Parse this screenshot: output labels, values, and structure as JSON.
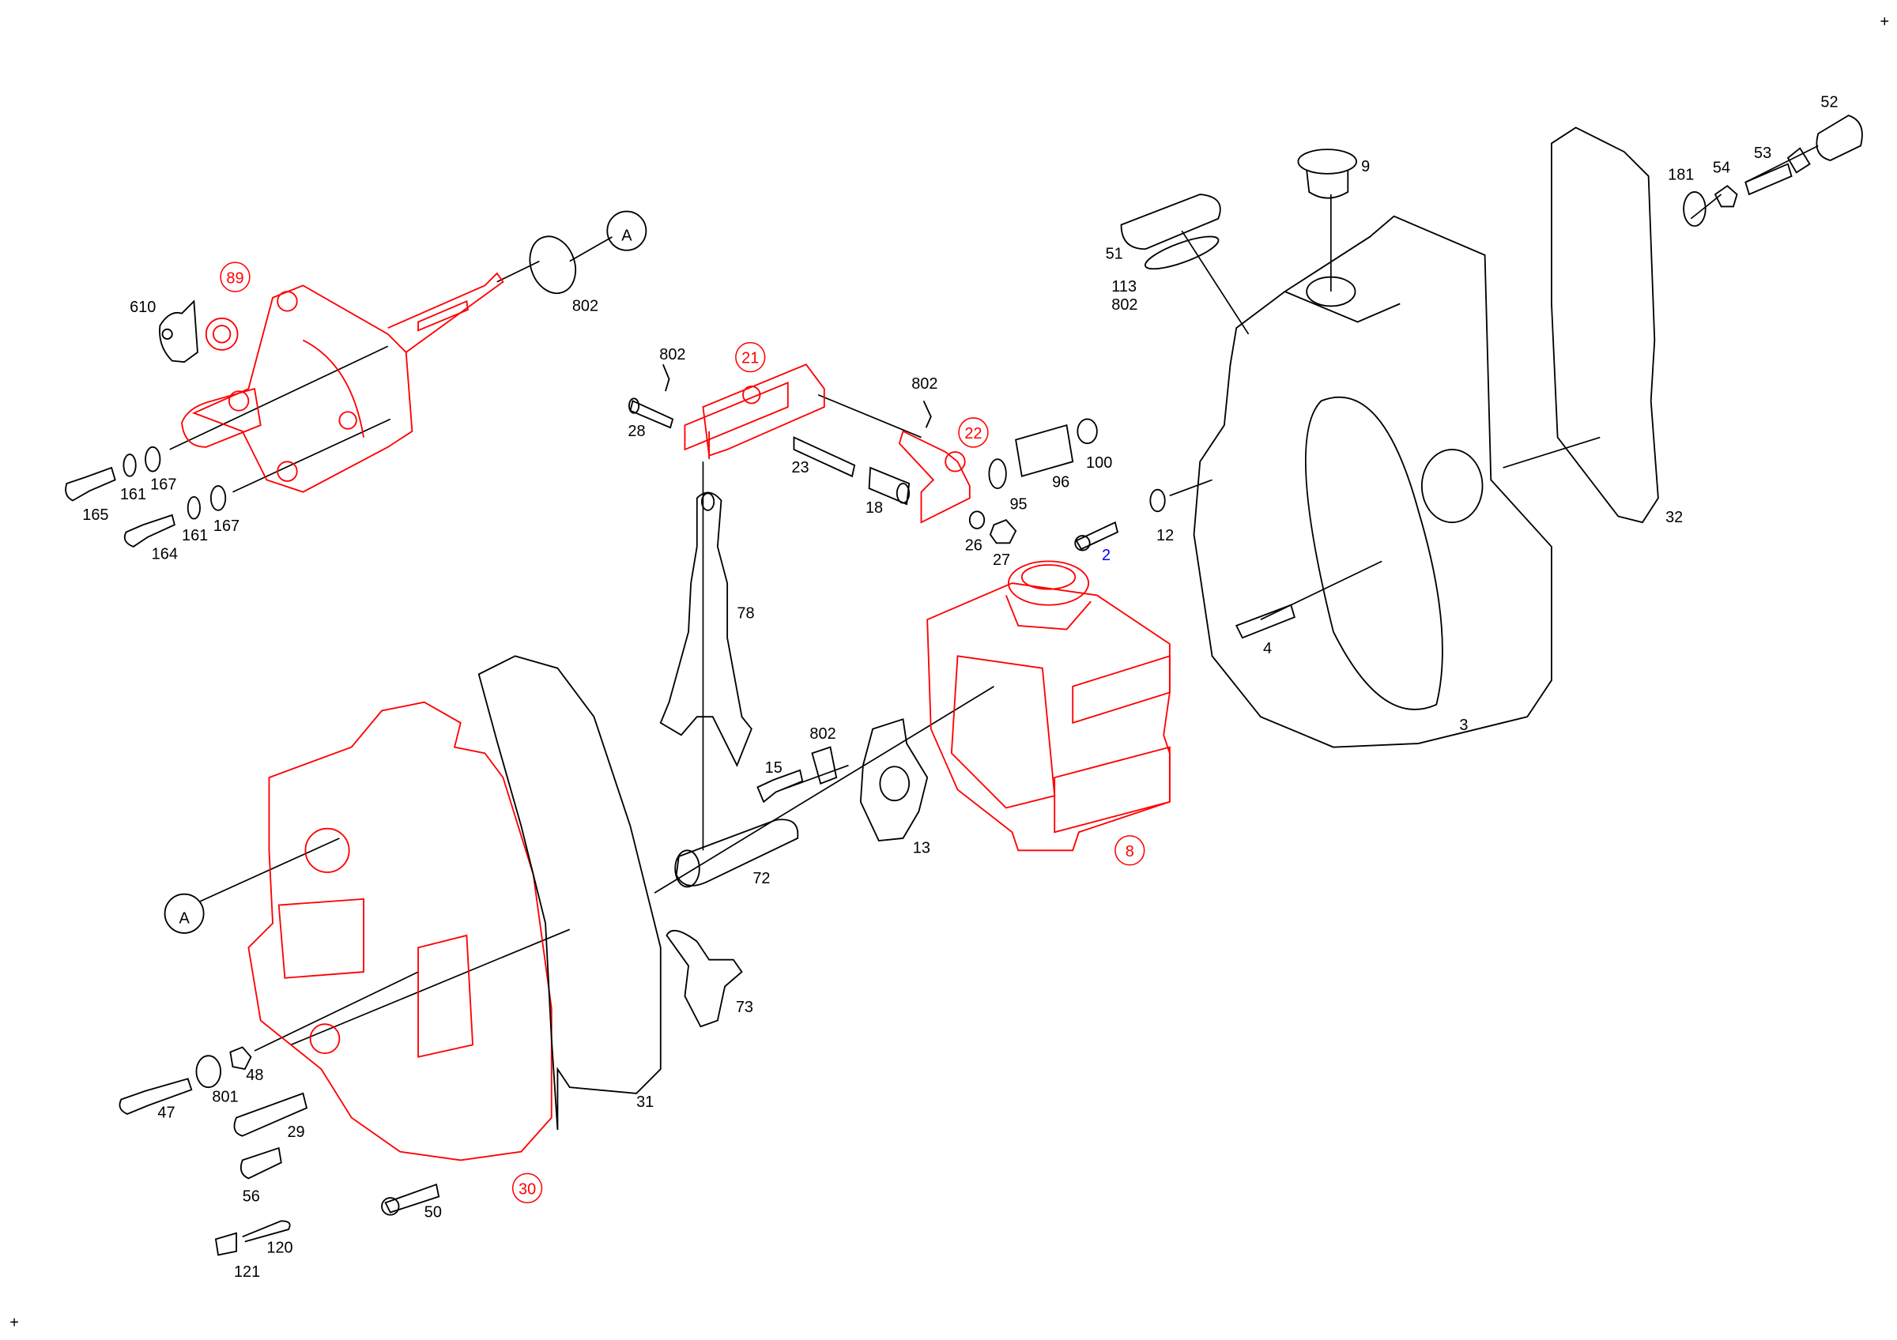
{
  "colors": {
    "assembly": "#ff0000",
    "part": "#000000",
    "highlight": "#0000ff",
    "background": "#ffffff"
  },
  "corner_marks": [
    "+",
    "+"
  ],
  "references": [
    "A",
    "A"
  ],
  "assemblies": [
    "89",
    "21",
    "22",
    "8",
    "30"
  ],
  "parts": [
    "610",
    "802",
    "165",
    "161",
    "167",
    "164",
    "161",
    "167",
    "802",
    "28",
    "802",
    "23",
    "18",
    "95",
    "96",
    "100",
    "26",
    "27",
    "2",
    "12",
    "9",
    "51",
    "113",
    "802",
    "181",
    "54",
    "53",
    "52",
    "32",
    "4",
    "3",
    "78",
    "802",
    "15",
    "13",
    "72",
    "73",
    "31",
    "48",
    "801",
    "47",
    "29",
    "56",
    "50",
    "120",
    "121"
  ]
}
